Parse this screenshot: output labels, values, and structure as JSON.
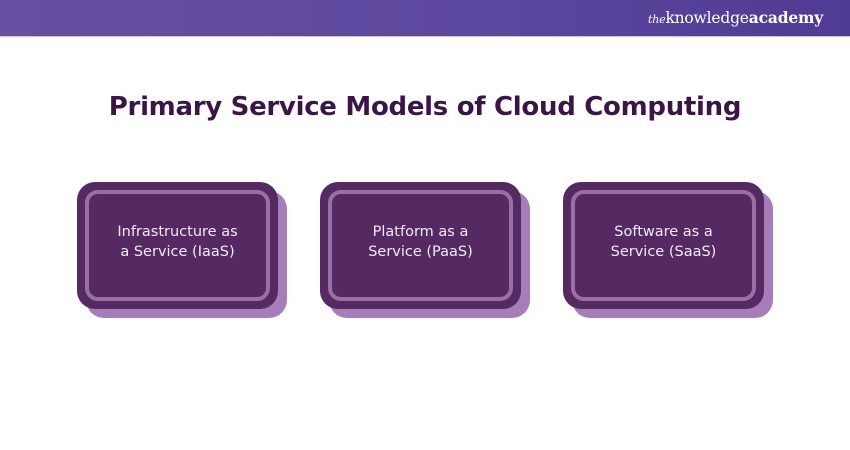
{
  "header": {
    "logo": {
      "prefix": "the",
      "part1": "knowledge",
      "part2": "academy"
    }
  },
  "title": "Primary Service Models of Cloud Computing",
  "colors": {
    "header_bg": "#5b479d",
    "title": "#3a1545",
    "card_fill": "#552a63",
    "card_ring": "#9a6fa6",
    "card_shadow": "#a67db9",
    "card_text": "#f2eaf5"
  },
  "cards": [
    {
      "line1": "Infrastructure as",
      "line2": "a Service (IaaS)"
    },
    {
      "line1": "Platform as a",
      "line2": "Service (PaaS)"
    },
    {
      "line1": "Software as a",
      "line2": "Service (SaaS)"
    }
  ]
}
